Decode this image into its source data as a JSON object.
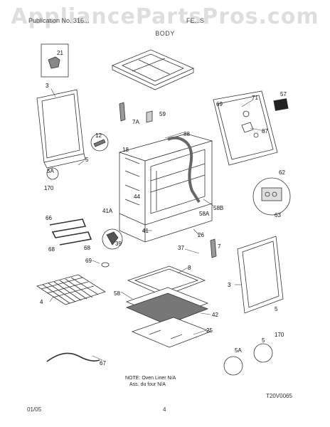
{
  "watermark": "AppliancePartsPros.com",
  "header": {
    "left": "Publication No. 316...",
    "right": "FE...S"
  },
  "section_title": "BODY",
  "callouts": [
    {
      "id": "c-21",
      "text": "21"
    },
    {
      "id": "c-3a",
      "text": "3"
    },
    {
      "id": "c-71",
      "text": "71"
    },
    {
      "id": "c-57",
      "text": "57"
    },
    {
      "id": "c-69a",
      "text": "69"
    },
    {
      "id": "c-7a",
      "text": "7A"
    },
    {
      "id": "c-59",
      "text": "59"
    },
    {
      "id": "c-87",
      "text": "87"
    },
    {
      "id": "c-88",
      "text": "88"
    },
    {
      "id": "c-12",
      "text": "12"
    },
    {
      "id": "c-18",
      "text": "18"
    },
    {
      "id": "c-5a",
      "text": "5"
    },
    {
      "id": "c-5aa",
      "text": "5A"
    },
    {
      "id": "c-170a",
      "text": "170"
    },
    {
      "id": "c-44",
      "text": "44"
    },
    {
      "id": "c-62",
      "text": "62"
    },
    {
      "id": "c-41a",
      "text": "41A"
    },
    {
      "id": "c-58a",
      "text": "58A"
    },
    {
      "id": "c-58b",
      "text": "58B"
    },
    {
      "id": "c-63",
      "text": "63"
    },
    {
      "id": "c-66",
      "text": "66"
    },
    {
      "id": "c-41",
      "text": "41"
    },
    {
      "id": "c-26",
      "text": "26"
    },
    {
      "id": "c-39",
      "text": "39"
    },
    {
      "id": "c-68a",
      "text": "68"
    },
    {
      "id": "c-68b",
      "text": "68"
    },
    {
      "id": "c-37",
      "text": "37"
    },
    {
      "id": "c-7b",
      "text": "7"
    },
    {
      "id": "c-69b",
      "text": "69"
    },
    {
      "id": "c-8",
      "text": "8"
    },
    {
      "id": "c-3b",
      "text": "3"
    },
    {
      "id": "c-58",
      "text": "58"
    },
    {
      "id": "c-42",
      "text": "42"
    },
    {
      "id": "c-5b",
      "text": "5"
    },
    {
      "id": "c-170b",
      "text": "170"
    },
    {
      "id": "c-25",
      "text": "25"
    },
    {
      "id": "c-5ab",
      "text": "5A"
    },
    {
      "id": "c-5c",
      "text": "5"
    },
    {
      "id": "c-67",
      "text": "67"
    },
    {
      "id": "c-4",
      "text": "4"
    }
  ],
  "note": {
    "line1": "NOTE: Oven Liner N/A",
    "line2": "Ass. du four N/A"
  },
  "diagram_code": "T20V0065",
  "footer": {
    "date": "01/05",
    "page": "4"
  }
}
